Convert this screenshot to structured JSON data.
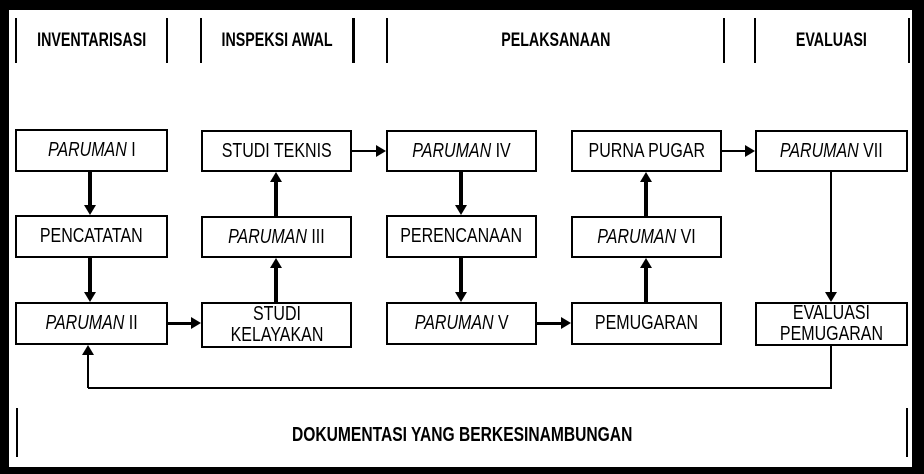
{
  "colors": {
    "ink": "#000000",
    "paper": "#ffffff"
  },
  "header": {
    "phases": [
      {
        "label": "INVENTARISASI"
      },
      {
        "label": "INSPEKSI AWAL"
      },
      {
        "label": "PELAKSANAAN"
      },
      {
        "label": "EVALUASI"
      }
    ]
  },
  "boxes": {
    "paruman1": {
      "italic": "PARUMAN",
      "suffix": " I"
    },
    "pencatatan": {
      "label": "PENCATATAN"
    },
    "paruman2": {
      "italic": "PARUMAN",
      "suffix": " II"
    },
    "studi_teknis": {
      "label": "STUDI TEKNIS"
    },
    "paruman3": {
      "italic": "PARUMAN",
      "suffix": " III"
    },
    "studi_kelayakan": {
      "line1": "STUDI",
      "line2": "KELAYAKAN"
    },
    "paruman4": {
      "italic": "PARUMAN",
      "suffix": " IV"
    },
    "perencanaan": {
      "label": "PERENCANAAN"
    },
    "paruman5": {
      "italic": "PARUMAN",
      "suffix": " V"
    },
    "purna_pugar": {
      "label": "PURNA PUGAR"
    },
    "paruman6": {
      "italic": "PARUMAN",
      "suffix": " VI"
    },
    "pemugaran": {
      "label": "PEMUGARAN"
    },
    "paruman7": {
      "italic": "PARUMAN",
      "suffix": " VII"
    },
    "evaluasi_pemugaran": {
      "line1": "EVALUASI",
      "line2": "PEMUGARAN"
    }
  },
  "footer": {
    "label": "DOKUMENTASI YANG BERKESINAMBUNGAN"
  }
}
